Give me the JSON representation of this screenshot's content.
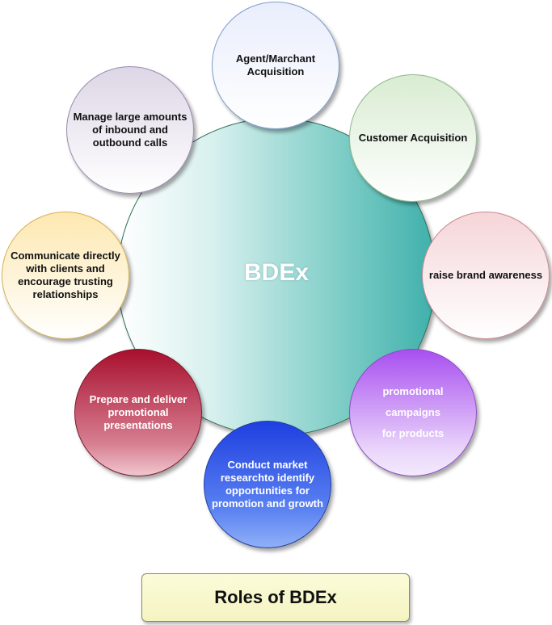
{
  "diagram": {
    "center": {
      "label": "BDEx"
    },
    "roles": [
      {
        "id": "agent",
        "label": "Agent/Marchant\nAcquisition"
      },
      {
        "id": "customer",
        "label": "Customer Acquisition"
      },
      {
        "id": "brand",
        "label": "raise brand awareness"
      },
      {
        "id": "promotional",
        "label": "promotional campaigns\nfor products"
      },
      {
        "id": "research",
        "label": "Conduct market\nresearchto identify\nopportunities for\npromotion and growth"
      },
      {
        "id": "presentations",
        "label": "Prepare and deliver\npromotional\npresentations"
      },
      {
        "id": "communicate",
        "label": "Communicate directly\nwith clients and\nencourage trusting\nrelationships"
      },
      {
        "id": "calls",
        "label": "Manage large amounts\nof inbound and\noutbound calls"
      }
    ],
    "caption": "Roles of BDEx"
  }
}
